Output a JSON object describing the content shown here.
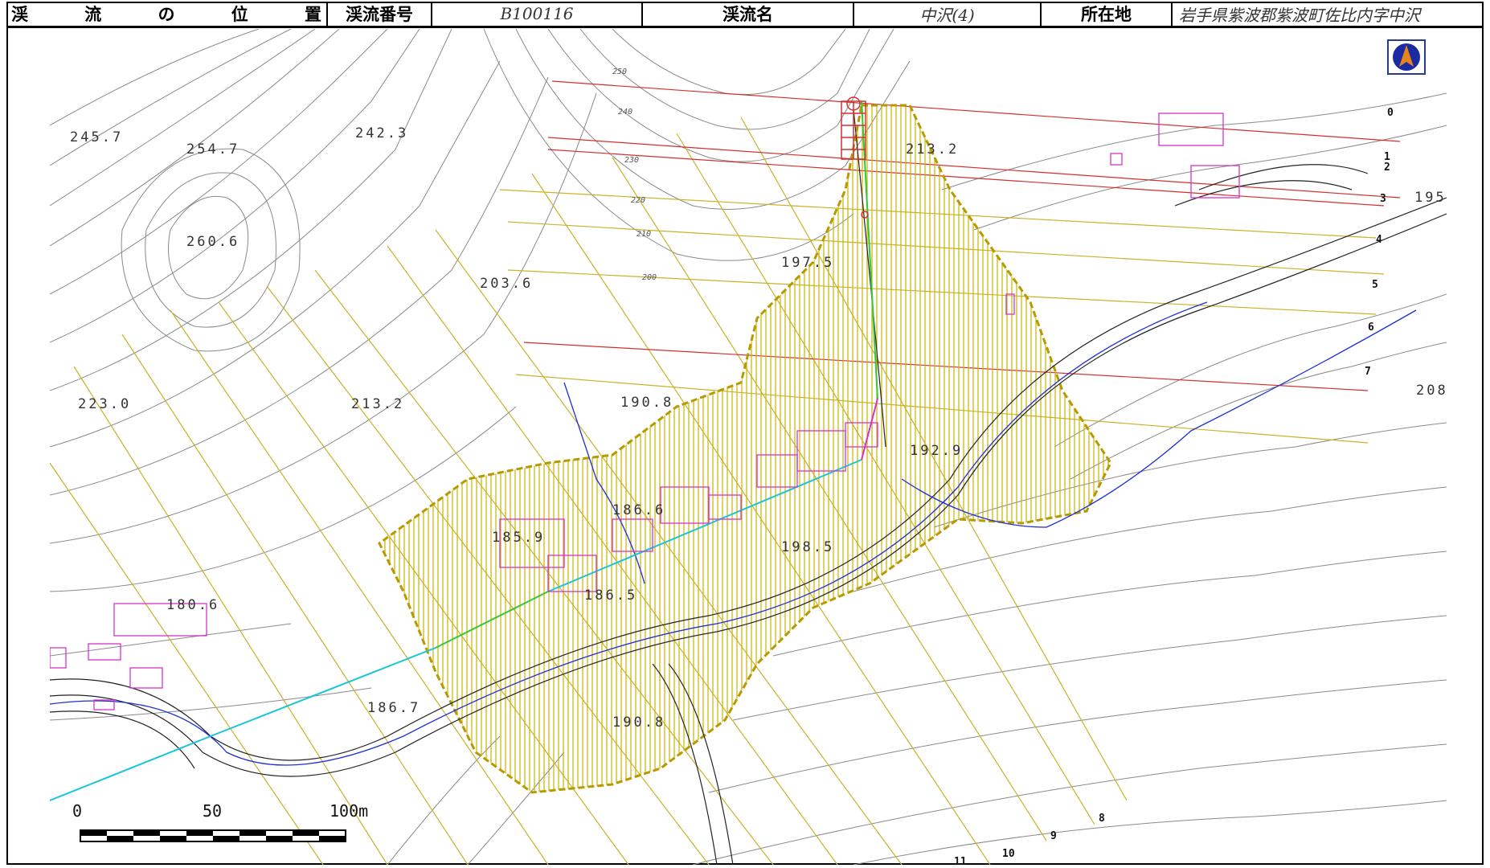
{
  "header": {
    "title_chars": [
      "渓",
      "流",
      "の",
      "位",
      "置"
    ],
    "number_label": "渓流番号",
    "number_value": "B100116",
    "name_label": "渓流名",
    "name_value": "中沢(4)",
    "location_label": "所在地",
    "location_value": "岩手県紫波郡紫波町佐比内字中沢"
  },
  "map": {
    "elevations": [
      "245.7",
      "254.7",
      "242.3",
      "213.2",
      "260.6",
      "203.6",
      "197.5",
      "195",
      "223.0",
      "213.2",
      "190.8",
      "208",
      "192.9",
      "186.6",
      "185.9",
      "198.5",
      "180.6",
      "186.5",
      "186.7",
      "190.8"
    ],
    "contour_labels": [
      "250",
      "240",
      "230",
      "220",
      "210",
      "200"
    ],
    "section_numbers": [
      "0",
      "1",
      "2",
      "3",
      "4",
      "5",
      "6",
      "7",
      "8",
      "9",
      "10",
      "11"
    ],
    "scale": {
      "zero": "0",
      "mid": "50",
      "end": "100m"
    },
    "north_icon": "compass-north-icon",
    "colors": {
      "hazard_fill": "#c8b400",
      "hazard_border": "#b89a00",
      "section_red": "#d23030",
      "section_yellow": "#c9b22a",
      "building": "#d633c9",
      "stream": "#1e2ed6",
      "road_cyan": "#18c6d6",
      "contour": "#8a8a8a",
      "road": "#222222"
    }
  }
}
